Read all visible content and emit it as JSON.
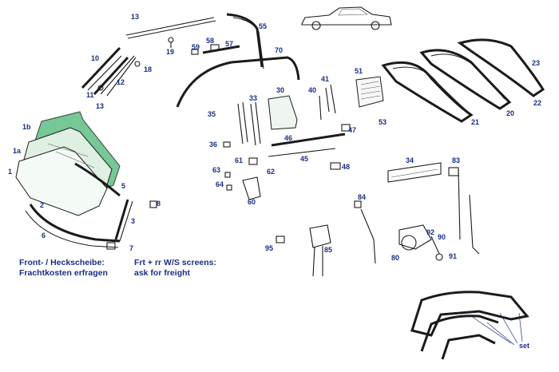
{
  "labels": {
    "p1": "1",
    "p1a": "1a",
    "p1b": "1b",
    "p2": "2",
    "p3": "3",
    "p5": "5",
    "p6": "6",
    "p7": "7",
    "p8": "8",
    "p10": "10",
    "p11": "11",
    "p12": "12",
    "p13a": "13",
    "p13b": "13",
    "p18": "18",
    "p19": "19",
    "p20": "20",
    "p21": "21",
    "p22": "22",
    "p23": "23",
    "p30": "30",
    "p33": "33",
    "p34": "34",
    "p35": "35",
    "p36": "36",
    "p40": "40",
    "p41": "41",
    "p45": "45",
    "p46": "46",
    "p47": "47",
    "p48": "48",
    "p51": "51",
    "p53": "53",
    "p55": "55",
    "p57": "57",
    "p58": "58",
    "p59": "59",
    "p60": "60",
    "p61": "61",
    "p62": "62",
    "p63": "63",
    "p64": "64",
    "p70": "70",
    "p80": "80",
    "p83": "83",
    "p84": "84",
    "p85": "85",
    "p90": "90",
    "p91": "91",
    "p92": "92",
    "p95": "95",
    "set": "set"
  },
  "notes": {
    "de_line1": "Front- / Heckscheibe:",
    "de_line2": "Frachtkosten erfragen",
    "en_line1": "Frt + rr W/S screens:",
    "en_line2": "ask for freight"
  },
  "colors": {
    "label": "#1a2f86",
    "windshield_green": "#5fbf84",
    "glass_tint": "#e8f3ea",
    "outline": "#1b1b1b"
  }
}
